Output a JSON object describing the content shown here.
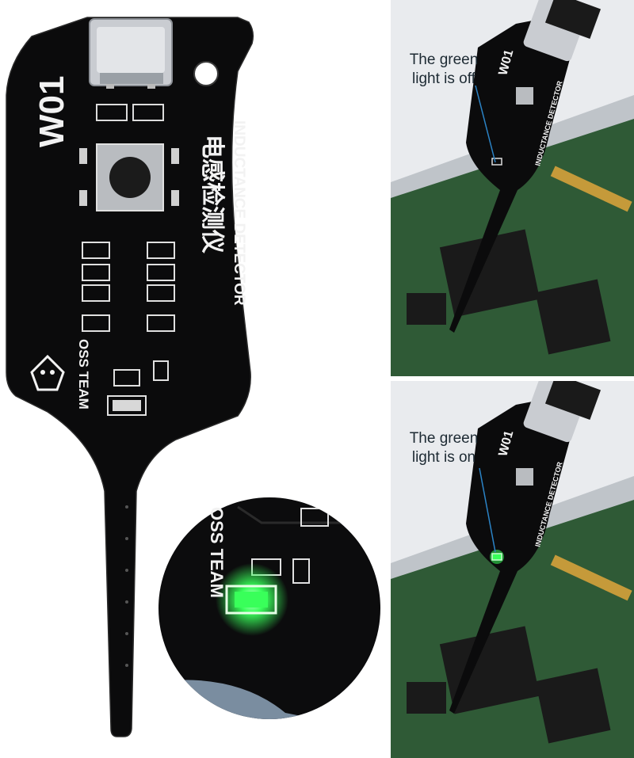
{
  "product": {
    "model": "W01",
    "name_cn": "电感检测仪",
    "name_en": "INDUCTANCE DETECTOR",
    "brand": "OSS TEAM"
  },
  "callouts": {
    "light_off": "The green light is off",
    "light_off_line1": "The green",
    "light_off_line2": "light is off",
    "light_on": "The green light is on",
    "light_on_line1": "The green",
    "light_on_line2": "light is on"
  },
  "colors": {
    "pcb": "#0b0b0c",
    "silkscreen": "#f2f2f2",
    "led_green": "#39ff5a",
    "motherboard": "#2f5a36",
    "callout_line": "#2b83c6"
  }
}
